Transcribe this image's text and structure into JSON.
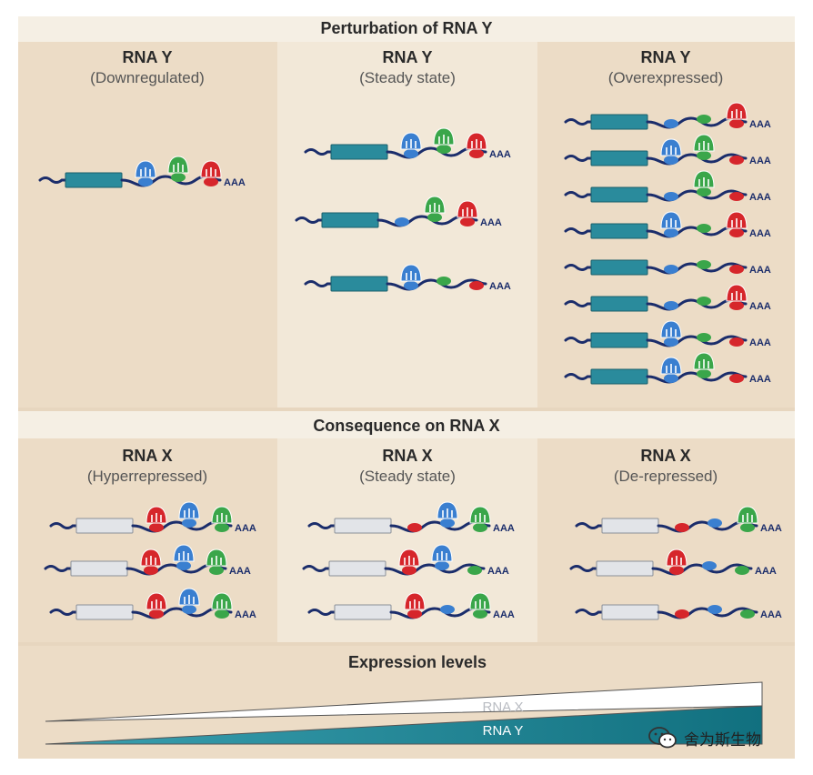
{
  "sections": {
    "top_header": "Perturbation of RNA Y",
    "middle_header": "Consequence on RNA X",
    "bottom_header": "Expression levels"
  },
  "rna_y_panels": [
    {
      "title": "RNA Y",
      "subtitle": "(Downregulated)"
    },
    {
      "title": "RNA Y",
      "subtitle": "(Steady state)"
    },
    {
      "title": "RNA Y",
      "subtitle": "(Overexpressed)"
    }
  ],
  "rna_x_panels": [
    {
      "title": "RNA X",
      "subtitle": "(Hyperrepressed)"
    },
    {
      "title": "RNA X",
      "subtitle": "(Steady state)"
    },
    {
      "title": "RNA X",
      "subtitle": "(De-repressed)"
    }
  ],
  "polya_label": "AAA",
  "expression": {
    "rna_x_label": "RNA X",
    "rna_y_label": "RNA Y"
  },
  "watermark": {
    "text": "舍为斯生物",
    "icon": "wechat-icon"
  },
  "colors": {
    "panel_bg": "#ecdcc6",
    "panel_bg_mid": "#f2e8d8",
    "header_bg": "#f5efe4",
    "backbone": "#1b2d6b",
    "rna_y_box": "#2a8b9c",
    "rna_x_box": "#e2e4e8",
    "mirna_blue": "#3a7fd0",
    "mirna_green": "#3aa64a",
    "mirna_red": "#d6262b",
    "rna_y_wedge": "#1e7f90",
    "rna_x_wedge": "#ffffff"
  }
}
